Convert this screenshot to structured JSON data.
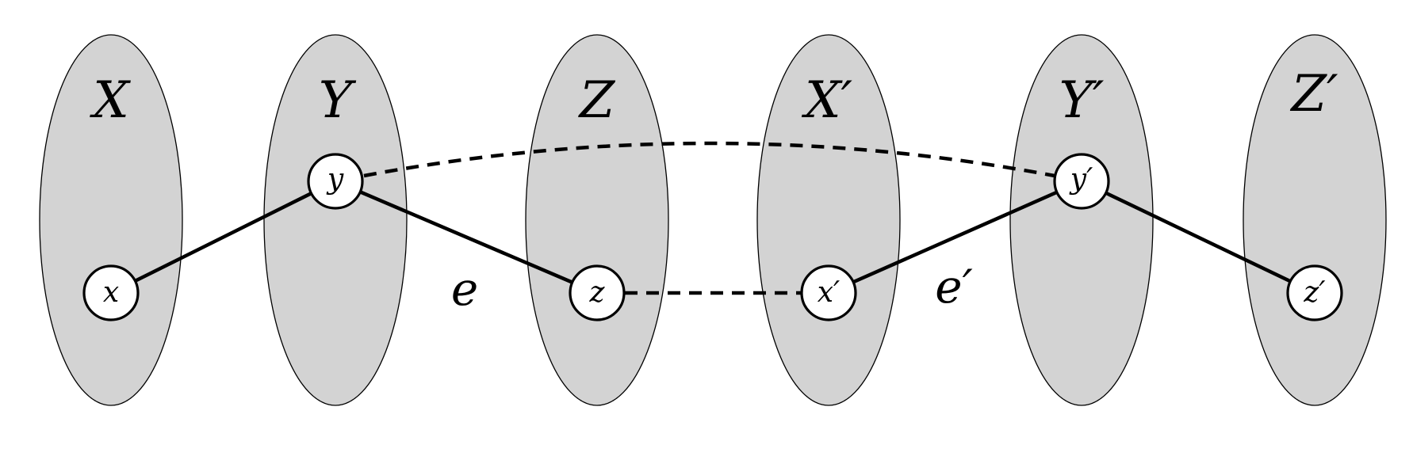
{
  "sets": [
    {
      "id": "X",
      "label": "X"
    },
    {
      "id": "Y",
      "label": "Y"
    },
    {
      "id": "Z",
      "label": "Z"
    },
    {
      "id": "Xp",
      "label": "X′"
    },
    {
      "id": "Yp",
      "label": "Y′"
    },
    {
      "id": "Zp",
      "label": "Z′"
    }
  ],
  "nodes": [
    {
      "id": "x",
      "label": "x",
      "set": "X"
    },
    {
      "id": "y",
      "label": "y",
      "set": "Y"
    },
    {
      "id": "z",
      "label": "z",
      "set": "Z"
    },
    {
      "id": "xp",
      "label": "x′",
      "set": "Xp"
    },
    {
      "id": "yp",
      "label": "y′",
      "set": "Yp"
    },
    {
      "id": "zp",
      "label": "z′",
      "set": "Zp"
    }
  ],
  "edges": [
    {
      "from": "x",
      "to": "y",
      "style": "solid"
    },
    {
      "from": "y",
      "to": "z",
      "style": "solid",
      "label": "e"
    },
    {
      "from": "xp",
      "to": "yp",
      "style": "solid",
      "label": "e′"
    },
    {
      "from": "yp",
      "to": "zp",
      "style": "solid"
    },
    {
      "from": "z",
      "to": "xp",
      "style": "dashed"
    },
    {
      "from": "y",
      "to": "yp",
      "style": "dashed"
    }
  ],
  "colors": {
    "set_fill": "#d3d3d3",
    "stroke": "#000000",
    "node_fill": "#ffffff"
  }
}
